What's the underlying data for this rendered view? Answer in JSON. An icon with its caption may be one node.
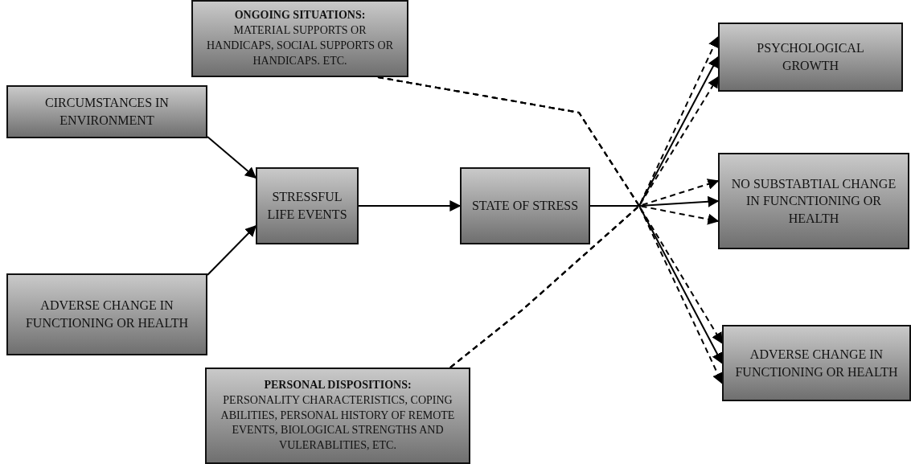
{
  "diagram": {
    "nodes": [
      {
        "text": [
          "CIRCUMSTANCES IN ENVIRONMENT"
        ]
      },
      {
        "text": [
          "ADVERSE CHANGE IN FUNCTIONING OR HEALTH"
        ]
      },
      {
        "text": [
          "STRESSFUL LIFE EVENTS"
        ]
      },
      {
        "text": [
          "STATE OF STRESS"
        ]
      },
      {
        "text": [
          "ONGOING SITUATIONS:",
          "MATERIAL SUPPORTS OR HANDICAPS, SOCIAL SUPPORTS OR HANDICAPS. ETC."
        ]
      },
      {
        "text": [
          "PERSONAL DISPOSITIONS:",
          "PERSONALITY CHARACTERISTICS, COPING ABILITIES, PERSONAL HISTORY OF REMOTE EVENTS, BIOLOGICAL STRENGTHS AND VULERABLITIES, ETC."
        ]
      },
      {
        "text": [
          "PSYCHOLOGICAL GROWTH"
        ]
      },
      {
        "text": [
          "NO SUBSTABTIAL CHANGE IN FUNCNTIONING OR HEALTH"
        ]
      },
      {
        "text": [
          "ADVERSE CHANGE IN FUNCTIONING OR HEALTH"
        ]
      }
    ],
    "edges": [
      {
        "from": 0,
        "to": 2,
        "arrow": "to"
      },
      {
        "from": 1,
        "to": 2,
        "arrow": "to"
      },
      {
        "from": 2,
        "to": 3,
        "arrow": "to"
      },
      {
        "from": 3,
        "to": 6,
        "arrow": "to"
      },
      {
        "from": 3,
        "to": 7,
        "arrow": "to"
      },
      {
        "from": 3,
        "to": 8,
        "arrow": "to"
      },
      {
        "from": 4,
        "to": 6,
        "arrow": "to",
        "style": "dashed"
      },
      {
        "from": 4,
        "to": 7,
        "arrow": "to",
        "style": "dashed"
      },
      {
        "from": 4,
        "to": 8,
        "arrow": "to",
        "style": "dashed"
      },
      {
        "from": 5,
        "to": 6,
        "arrow": "to",
        "style": "dashed"
      },
      {
        "from": 5,
        "to": 7,
        "arrow": "to",
        "style": "dashed"
      },
      {
        "from": 5,
        "to": 8,
        "arrow": "to",
        "style": "dashed"
      }
    ]
  }
}
